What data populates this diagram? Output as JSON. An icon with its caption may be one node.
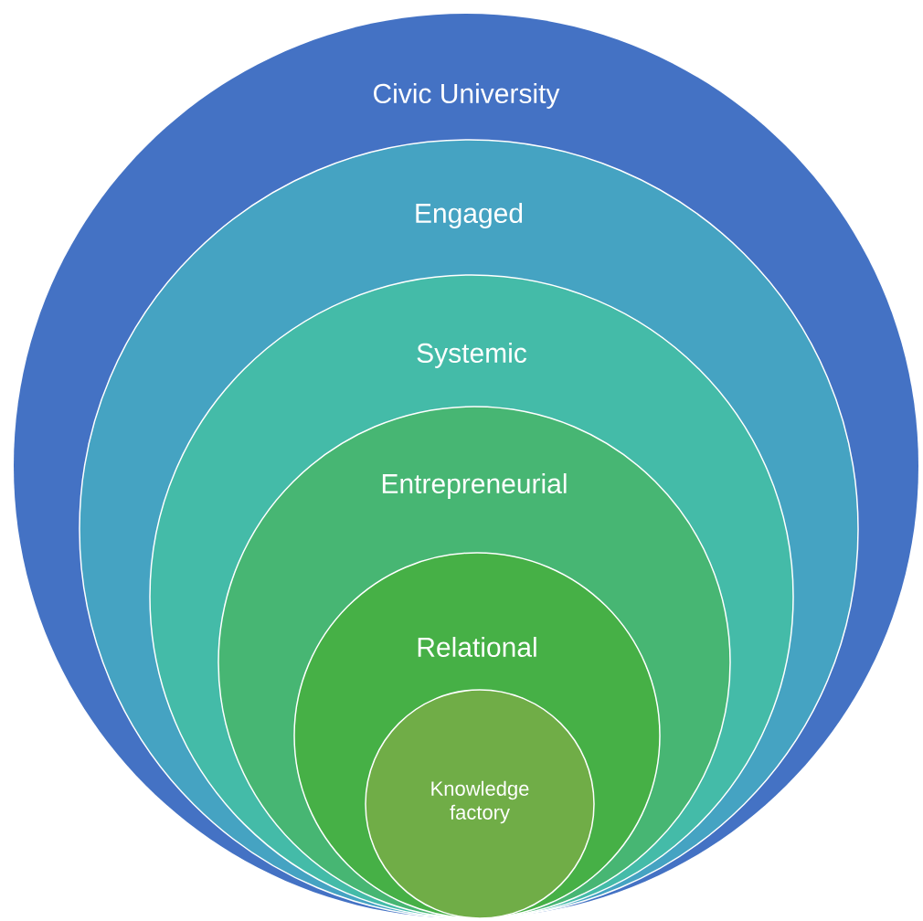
{
  "diagram": {
    "nodes": [
      {
        "text": [
          "Civic University"
        ]
      },
      {
        "text": [
          "Engaged"
        ],
        "in": 0
      },
      {
        "text": [
          "Systemic"
        ],
        "in": 1
      },
      {
        "text": [
          "Entrepreneurial"
        ],
        "in": 2
      },
      {
        "text": [
          "Relational"
        ],
        "in": 3
      },
      {
        "text": [
          "Knowledge factory"
        ],
        "in": 4
      }
    ]
  }
}
